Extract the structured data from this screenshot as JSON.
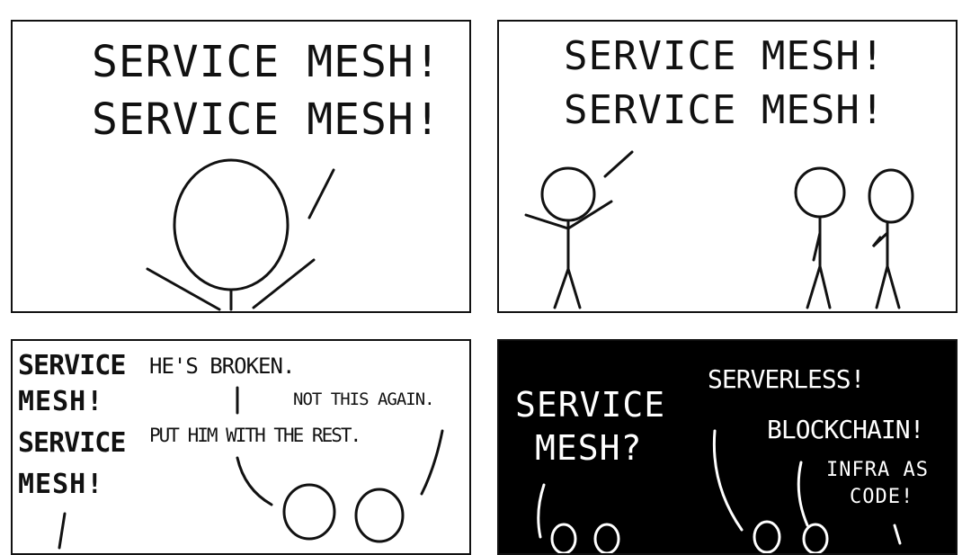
{
  "panels": [
    {
      "lines": [
        "SERVICE MESH!",
        "SERVICE MESH!"
      ]
    },
    {
      "lines": [
        "SERVICE MESH!",
        "SERVICE MESH!"
      ]
    },
    {
      "shout": [
        "SERVICE",
        "MESH!",
        "SERVICE",
        "MESH!"
      ],
      "broken": "HE'S BROKEN.",
      "again": "NOT THIS AGAIN.",
      "rest": "PUT HIM WITH THE REST."
    },
    {
      "mesh": [
        "SERVICE",
        "MESH?"
      ],
      "serverless": "SERVERLESS!",
      "blockchain": "BLOCKCHAIN!",
      "infra": [
        "INFRA AS",
        "CODE!"
      ]
    }
  ]
}
